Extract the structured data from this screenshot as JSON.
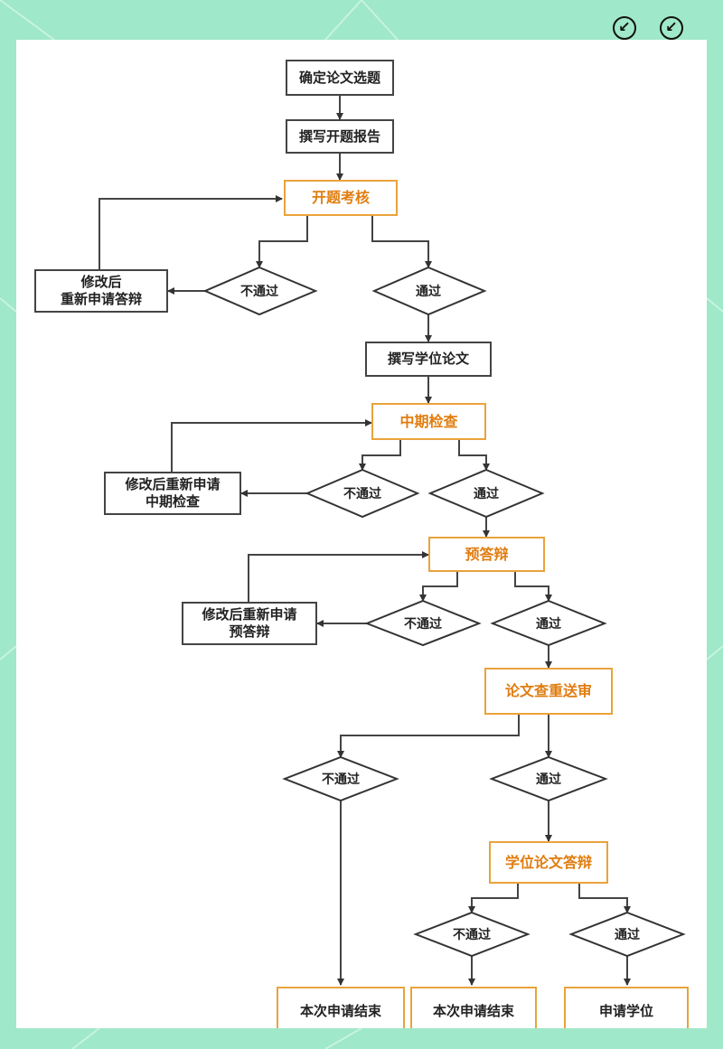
{
  "steps": {
    "confirm_topic": "确定论文选题",
    "write_proposal": "撰写开题报告",
    "proposal_review": "开题考核",
    "revise_reapply_defense": "修改后\n重新申请答辩",
    "write_thesis": "撰写学位论文",
    "midterm_check": "中期检查",
    "revise_reapply_midterm": "修改后重新申请\n中期检查",
    "pre_defense": "预答辩",
    "revise_reapply_pre_defense": "修改后重新申请\n预答辩",
    "recheck_resubmit": "论文查重送审",
    "degree_defense": "学位论文答辩",
    "end_application_1": "本次申请结束",
    "end_application_2": "本次申请结束",
    "apply_degree": "申请学位"
  },
  "decisions": {
    "fail_label": "不通过",
    "pass_label": "通过"
  },
  "colors": {
    "background": "#9fe8c9",
    "highlight_border": "#e9a33b",
    "highlight_text": "#e07d10",
    "line": "#444444"
  }
}
